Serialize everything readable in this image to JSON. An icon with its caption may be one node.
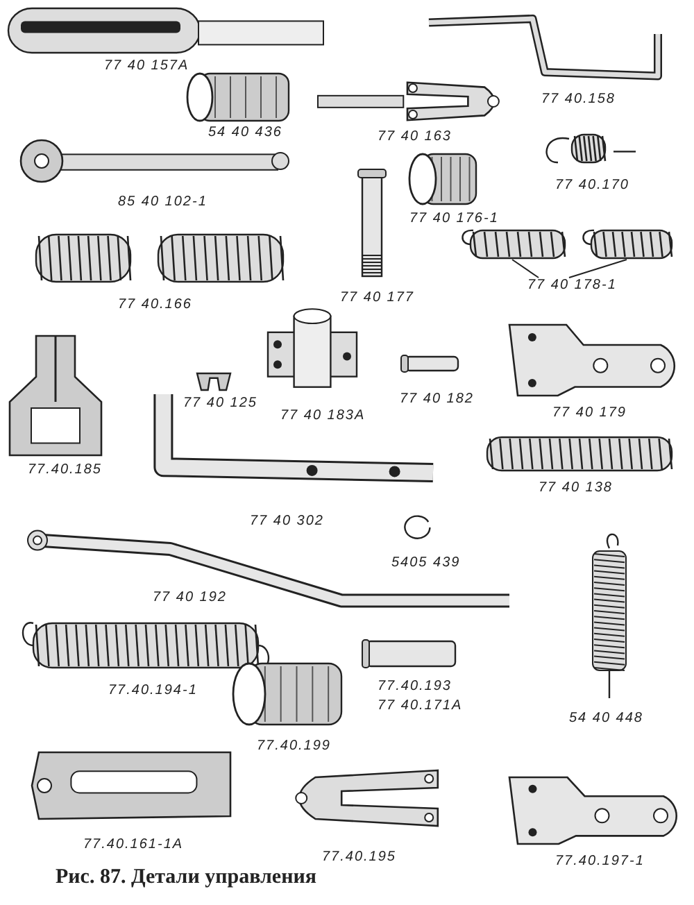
{
  "diagram": {
    "caption": "Рис. 87. Детали управления",
    "nodes": [
      {
        "text": [
          "77 40 178-1"
        ]
      },
      {
        "text": [],
        "shape": "picture"
      },
      {
        "text": [],
        "shape": "picture"
      }
    ],
    "edges": [
      {
        "from": 0,
        "to": 1,
        "arrow": "none"
      },
      {
        "from": 0,
        "to": 2,
        "arrow": "none"
      }
    ],
    "labels": [
      "77 40 157А",
      "77 40.158",
      "54 40 436",
      "77 40 163",
      "77 40.170",
      "85 40 102-1",
      "77 40 176-1",
      "77 40.166",
      "77 40 177",
      "77.40.185",
      "77 40 125",
      "77 40 183А",
      "77 40 182",
      "77 40 179",
      "77 40 138",
      "77 40 302",
      "5405 439",
      "77 40 192",
      "77.40.194-1",
      "77.40.193",
      "77 40.171А",
      "54 40 448",
      "77.40.199",
      "77.40.161-1А",
      "77.40.195",
      "77.40.197-1"
    ]
  }
}
